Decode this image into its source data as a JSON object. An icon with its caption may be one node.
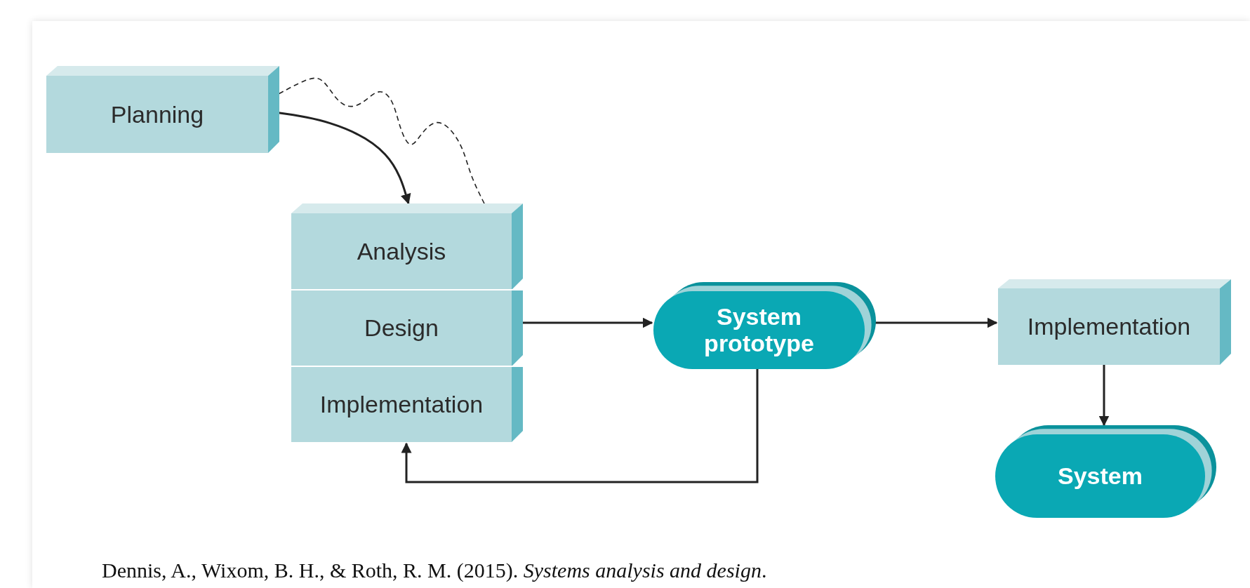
{
  "diagram": {
    "caption": "Dennis, A., Wixom, B. H., & Roth, R. M. (2015). *Systems analysis and design*.",
    "nodes": [
      {
        "text": [
          "Planning"
        ]
      },
      {
        "text": [
          "Analysis"
        ]
      },
      {
        "text": [
          "Design"
        ]
      },
      {
        "text": [
          "Implementation"
        ]
      },
      {
        "text": [
          "System prototype"
        ]
      },
      {
        "text": [
          "Implementation"
        ]
      },
      {
        "text": [
          "System"
        ]
      }
    ],
    "edges": [
      {
        "from": 0,
        "to": 1,
        "arrow": "to"
      },
      {
        "from": 1,
        "to": 0,
        "arrow": "to",
        "style": "dashed"
      },
      {
        "from": 2,
        "to": 4,
        "arrow": "to"
      },
      {
        "from": 4,
        "to": 3,
        "arrow": "to"
      },
      {
        "from": 4,
        "to": 5,
        "arrow": "to"
      },
      {
        "from": 5,
        "to": 6,
        "arrow": "to"
      }
    ]
  }
}
